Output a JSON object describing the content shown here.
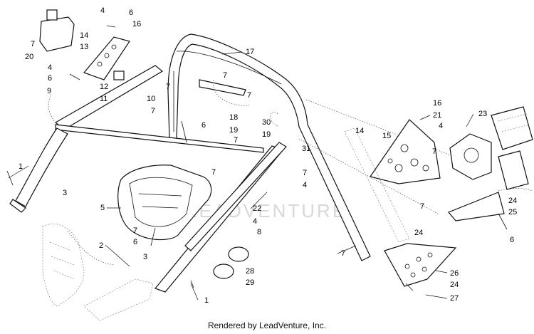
{
  "footer": {
    "credit": "Rendered by LeadVenture, Inc."
  },
  "watermark": {
    "text": "LEADVENTURE"
  },
  "callouts": [
    {
      "label": "4"
    },
    {
      "label": "6"
    },
    {
      "label": "16"
    },
    {
      "label": "7"
    },
    {
      "label": "20"
    },
    {
      "label": "14"
    },
    {
      "label": "13"
    },
    {
      "label": "4"
    },
    {
      "label": "6"
    },
    {
      "label": "12"
    },
    {
      "label": "11"
    },
    {
      "label": "9"
    },
    {
      "label": "7"
    },
    {
      "label": "10"
    },
    {
      "label": "7"
    },
    {
      "label": "17"
    },
    {
      "label": "7"
    },
    {
      "label": "7"
    },
    {
      "label": "18"
    },
    {
      "label": "19"
    },
    {
      "label": "30"
    },
    {
      "label": "19"
    },
    {
      "label": "7"
    },
    {
      "label": "6"
    },
    {
      "label": "31"
    },
    {
      "label": "16"
    },
    {
      "label": "21"
    },
    {
      "label": "14"
    },
    {
      "label": "15"
    },
    {
      "label": "4"
    },
    {
      "label": "7"
    },
    {
      "label": "23"
    },
    {
      "label": "1"
    },
    {
      "label": "3"
    },
    {
      "label": "7"
    },
    {
      "label": "7"
    },
    {
      "label": "4"
    },
    {
      "label": "5"
    },
    {
      "label": "22"
    },
    {
      "label": "4"
    },
    {
      "label": "7"
    },
    {
      "label": "8"
    },
    {
      "label": "6"
    },
    {
      "label": "24"
    },
    {
      "label": "25"
    },
    {
      "label": "7"
    },
    {
      "label": "24"
    },
    {
      "label": "6"
    },
    {
      "label": "2"
    },
    {
      "label": "3"
    },
    {
      "label": "7"
    },
    {
      "label": "28"
    },
    {
      "label": "29"
    },
    {
      "label": "26"
    },
    {
      "label": "24"
    },
    {
      "label": "1"
    },
    {
      "label": "27"
    }
  ]
}
